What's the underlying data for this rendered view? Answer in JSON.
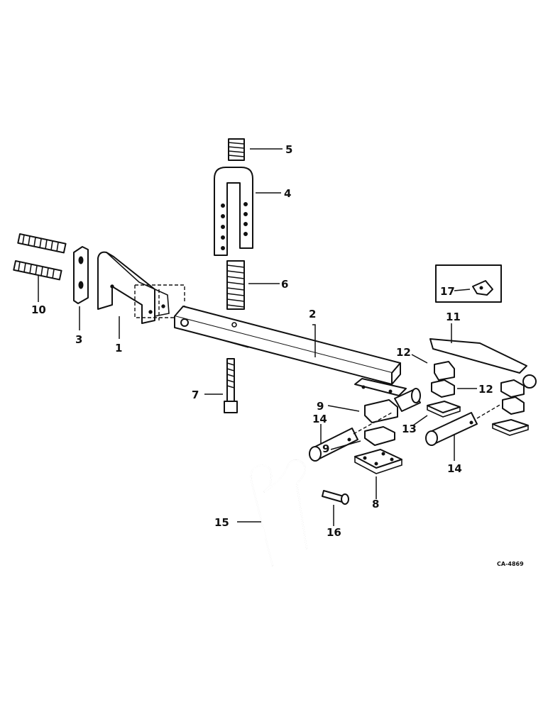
{
  "callouts": [
    "1",
    "2",
    "3",
    "4",
    "5",
    "6",
    "7",
    "8",
    "9",
    "9",
    "10",
    "11",
    "12",
    "12",
    "13",
    "14",
    "14",
    "15",
    "16",
    "17"
  ],
  "drawing_code": "CA-4869",
  "colors": {
    "ink": "#111111",
    "paper": "#ffffff"
  }
}
